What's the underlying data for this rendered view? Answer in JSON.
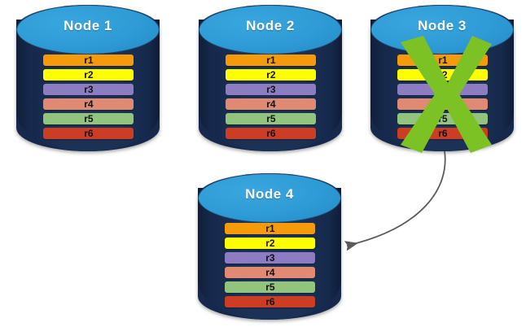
{
  "diagram": {
    "title_hidden": "",
    "colors": {
      "background": "#ffffff",
      "cylinder_body": "#16294c",
      "cylinder_top": "#2e9bd6",
      "cross_green": "#7cc224",
      "arrow_gray": "#5a5a5a",
      "label_text": "#ffffff",
      "row_text": "#111111"
    },
    "row_colors": {
      "r1": "#f59b0b",
      "r2": "#ffff00",
      "r3": "#8e7cc3",
      "r4": "#e08a74",
      "r5": "#93c47d",
      "r6": "#cc3d24"
    },
    "nodes": [
      {
        "id": "node-1",
        "label": "Node  1",
        "failed": false,
        "rows": [
          {
            "label": "r1",
            "color": "#f59b0b"
          },
          {
            "label": "r2",
            "color": "#ffff00"
          },
          {
            "label": "r3",
            "color": "#8e7cc3"
          },
          {
            "label": "r4",
            "color": "#e08a74"
          },
          {
            "label": "r5",
            "color": "#93c47d"
          },
          {
            "label": "r6",
            "color": "#cc3d24"
          }
        ]
      },
      {
        "id": "node-2",
        "label": "Node  2",
        "failed": false,
        "rows": [
          {
            "label": "r1",
            "color": "#f59b0b"
          },
          {
            "label": "r2",
            "color": "#ffff00"
          },
          {
            "label": "r3",
            "color": "#8e7cc3"
          },
          {
            "label": "r4",
            "color": "#e08a74"
          },
          {
            "label": "r5",
            "color": "#93c47d"
          },
          {
            "label": "r6",
            "color": "#cc3d24"
          }
        ]
      },
      {
        "id": "node-3",
        "label": "Node  3",
        "failed": true,
        "rows": [
          {
            "label": "r1",
            "color": "#f59b0b"
          },
          {
            "label": "r2",
            "color": "#ffff00"
          },
          {
            "label": "r3",
            "color": "#8e7cc3"
          },
          {
            "label": "r4",
            "color": "#e08a74"
          },
          {
            "label": "r5",
            "color": "#93c47d"
          },
          {
            "label": "r6",
            "color": "#cc3d24"
          }
        ]
      },
      {
        "id": "node-4",
        "label": "Node  4",
        "failed": false,
        "rows": [
          {
            "label": "r1",
            "color": "#f59b0b"
          },
          {
            "label": "r2",
            "color": "#ffff00"
          },
          {
            "label": "r3",
            "color": "#8e7cc3"
          },
          {
            "label": "r4",
            "color": "#e08a74"
          },
          {
            "label": "r5",
            "color": "#93c47d"
          },
          {
            "label": "r6",
            "color": "#cc3d24"
          }
        ]
      }
    ],
    "connector": {
      "from": "node-3",
      "to": "node-4",
      "style": "curved-arrow",
      "color": "#5a5a5a"
    }
  }
}
